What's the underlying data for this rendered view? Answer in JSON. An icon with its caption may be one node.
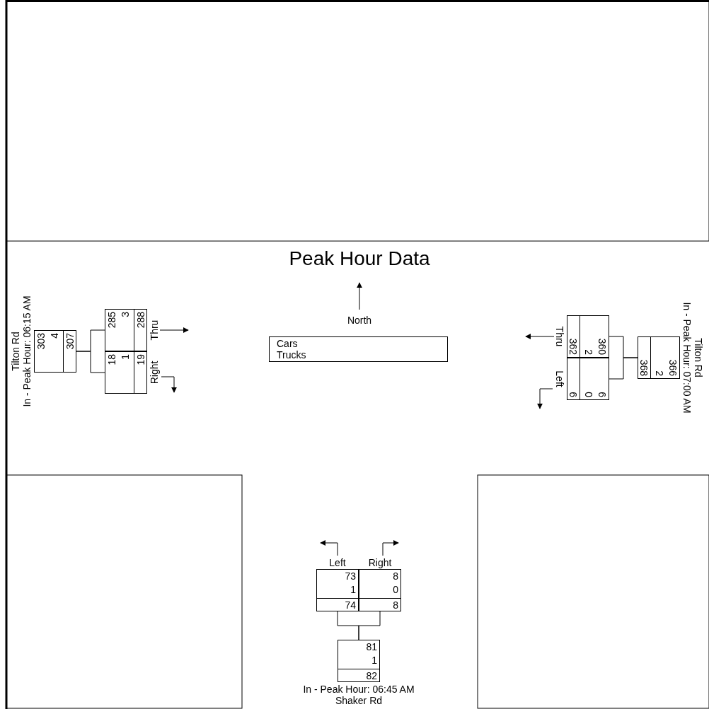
{
  "diagram": {
    "title": "Peak Hour Data",
    "nodes": [
      {
        "text": [
          "303",
          "4",
          "307"
        ],
        "beside": [
          "In - Peak Hour: 06:15 AM"
        ]
      },
      {
        "text": [
          "285",
          "3",
          "288"
        ],
        "beside": [
          "Thru"
        ]
      },
      {
        "text": [
          "18",
          "1",
          "19"
        ],
        "beside": [
          "Right"
        ]
      },
      {
        "text": [
          "360",
          "2",
          "362"
        ],
        "beside": [
          "Thru"
        ]
      },
      {
        "text": [
          "6",
          "0",
          "6"
        ],
        "beside": [
          "Left"
        ]
      },
      {
        "text": [
          "366",
          "2",
          "368"
        ],
        "beside": [
          "In - Peak Hour: 07:00 AM"
        ]
      },
      {
        "text": [
          "73",
          "1",
          "74"
        ],
        "beside": [
          "Left"
        ]
      },
      {
        "text": [
          "8",
          "0",
          "8"
        ],
        "beside": [
          "Right"
        ]
      },
      {
        "text": [
          "81",
          "1",
          "82"
        ],
        "beside": [
          "In - Peak Hour: 06:45 AM"
        ]
      }
    ],
    "edges": [
      {
        "from": 0,
        "to": 1,
        "arrow": "none"
      },
      {
        "from": 0,
        "to": 2,
        "arrow": "none"
      },
      {
        "from": 5,
        "to": 3,
        "arrow": "none"
      },
      {
        "from": 5,
        "to": 4,
        "arrow": "none"
      },
      {
        "from": 8,
        "to": 6,
        "arrow": "none"
      },
      {
        "from": 8,
        "to": 7,
        "arrow": "none"
      }
    ],
    "labels": [
      "North",
      "Tilton Rd",
      "Tilton Rd",
      "Shaker Rd"
    ],
    "legend": [
      {
        "text": "Cars"
      },
      {
        "text": "Trucks"
      }
    ]
  }
}
